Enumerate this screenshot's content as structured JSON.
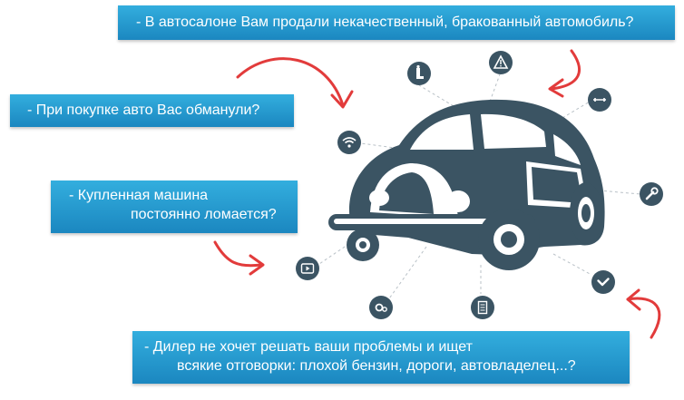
{
  "callouts": {
    "defective_car": "- В автосалоне Вам продали некачественный, бракованный автомобиль?",
    "deceived": "- При покупке авто Вас обманули?",
    "breaks_down": {
      "line1": "- Купленная машина",
      "line2": "постоянно ломается?"
    },
    "dealer_excuses": {
      "line1": "- Дилер не хочет решать ваши проблемы и ищет",
      "line2": "всякие отговорки: плохой бензин, дороги, автовладелец...?"
    }
  },
  "icons": [
    "seat-icon",
    "warning-icon",
    "ruler-icon",
    "wifi-icon",
    "wrench-icon",
    "play-icon",
    "gears-icon",
    "document-icon",
    "check-icon"
  ],
  "colors": {
    "car": "#3b5463",
    "callout_top": "#33aede",
    "callout_bottom": "#1b87c0",
    "arrow": "#e23b3b",
    "dash": "#b9c1c7"
  }
}
